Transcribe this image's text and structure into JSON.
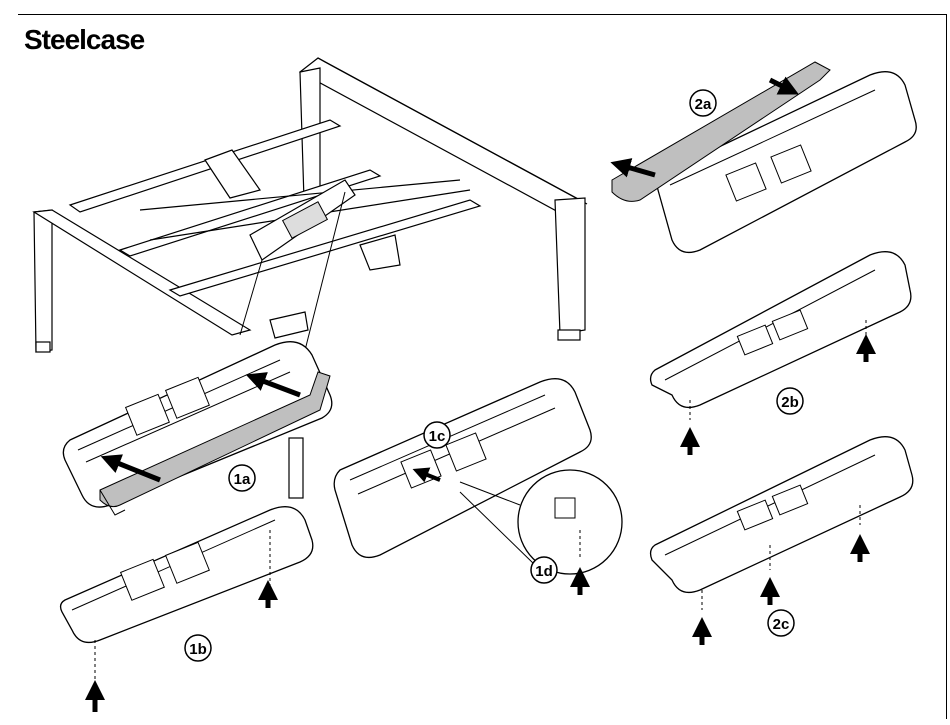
{
  "brand": {
    "logo_text": "Steelcase"
  },
  "steps": {
    "s1a": "1a",
    "s1b": "1b",
    "s1c": "1c",
    "s1d": "1d",
    "s2a": "2a",
    "s2b": "2b",
    "s2c": "2c"
  },
  "colors": {
    "line": "#000000",
    "panel_fill": "#bfbfbf",
    "background": "#ffffff"
  },
  "icons": [
    "arrow-icon",
    "screw-icon",
    "zoom-callout-icon"
  ]
}
